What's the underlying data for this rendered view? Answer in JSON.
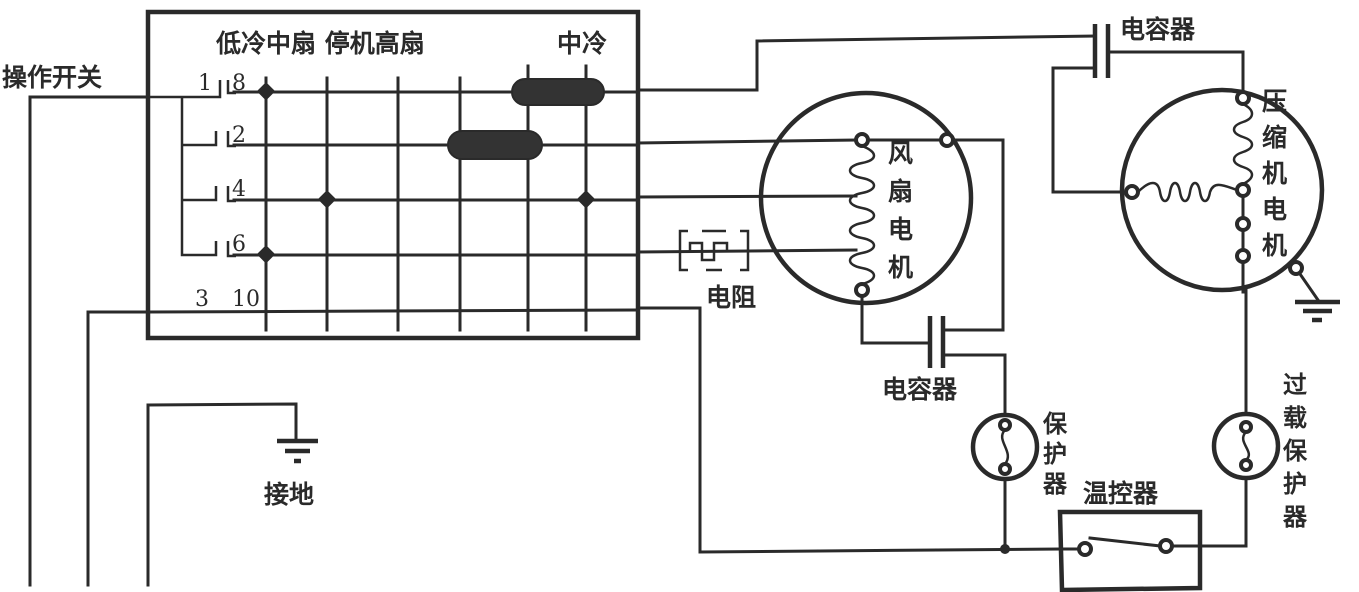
{
  "diagram": {
    "type": "air-conditioner wiring schematic",
    "colors": {
      "ink": "#2a2a2a",
      "background": "#ffffff"
    },
    "switch_box": {
      "label": "操作开关",
      "modes": [
        "低冷",
        "中扇",
        "停机",
        "高扇",
        "中冷"
      ],
      "mode_header_left": "低冷中扇 停机高扇",
      "mode_header_right": "中冷",
      "terminals": {
        "t1": "1",
        "t8": "8",
        "t2": "2",
        "t4": "4",
        "t6": "6",
        "t3": "3",
        "t10": "10"
      }
    },
    "components": {
      "capacitor_top": "电容器",
      "capacitor_fan": "电容器",
      "compressor_motor": [
        "压",
        "缩",
        "机",
        "电",
        "机"
      ],
      "fan_motor": [
        "风",
        "扇",
        "电",
        "机"
      ],
      "resistor": "电阻",
      "protector": [
        "保",
        "护",
        "器"
      ],
      "thermostat": "温控器",
      "overload_protector": [
        "过",
        "载",
        "保",
        "护",
        "器"
      ],
      "ground": "接地"
    }
  }
}
